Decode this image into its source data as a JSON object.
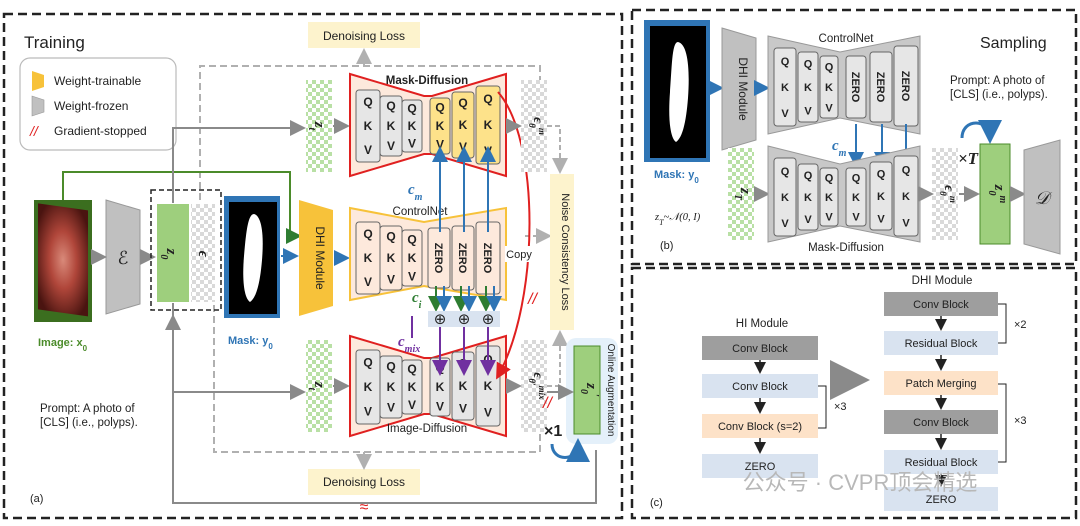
{
  "training": {
    "title": "Training",
    "legend": {
      "trainable": "Weight-trainable",
      "frozen": "Weight-frozen",
      "stopped": "Gradient-stopped"
    },
    "denoising_loss_top": "Denoising Loss",
    "denoising_loss_bottom": "Denoising Loss",
    "mask_diffusion": "Mask-Diffusion",
    "image_diffusion": "Image-Diffusion",
    "controlnet": "ControlNet",
    "dhi_module": "DHI Module",
    "copy": "Copy",
    "noise_consistency_loss": "Noise Consistency Loss",
    "online_augmentation": "Online Augmentation",
    "image_label": "Image: x",
    "image_label_sub": "0",
    "mask_label": "Mask: y",
    "mask_label_sub": "0",
    "prompt_line1": "Prompt: A photo of",
    "prompt_line2": "[CLS] (i.e., polyps).",
    "panel_label": "(a)",
    "approx": "≈",
    "times1": "×1",
    "q": "Q",
    "k": "K",
    "v": "V",
    "zero": "ZERO",
    "cm": "c",
    "cm_sub": "m",
    "ci": "c",
    "ci_sub": "i",
    "cmix": "c",
    "cmix_sub": "mix",
    "zt": "z",
    "zt_sub": "t",
    "z0": "z",
    "z0_sub": "0",
    "z0p": "z",
    "z0p_sub": "0",
    "z0p_sup": "′",
    "eps": "ϵ",
    "eps_m": "ϵ",
    "eps_m_sub": "θ",
    "eps_m_sup": "m",
    "eps_mix": "ϵ",
    "eps_mix_sub": "θ′",
    "eps_mix_sup": "mix",
    "oplus": "⊕",
    "encoder": "ℰ"
  },
  "sampling": {
    "title": "Sampling",
    "controlnet": "ControlNet",
    "dhi_module": "DHI Module",
    "mask_diffusion": "Mask-Diffusion",
    "mask_label": "Mask: y",
    "mask_label_sub": "0",
    "prompt_line1": "Prompt: A photo of",
    "prompt_line2": "[CLS] (i.e., polyps).",
    "zT_dist": "z",
    "zT_dist_sub": "T",
    "zT_dist_rest": "~𝒩(0, I)",
    "panel_label": "(b)",
    "cm": "c",
    "cm_sub": "m",
    "timesT": "×T",
    "zT": "z",
    "zT_sub": "T",
    "eps": "ϵ",
    "eps_sub": "θ",
    "eps_sup": "m",
    "z0m": "z",
    "z0m_sub": "0",
    "z0m_sup": "m",
    "decoder": "𝒟"
  },
  "dhi": {
    "title": "DHI Module",
    "hi_title": "HI Module",
    "hi_blocks": [
      "Conv Block",
      "Conv Block",
      "Conv Block (s=2)",
      "ZERO"
    ],
    "dhi_blocks": [
      "Conv Block",
      "Residual Block",
      "Patch Merging",
      "Conv Block",
      "Residual Block",
      "ZERO"
    ],
    "times3_hi": "×3",
    "times2": "×2",
    "times3": "×3",
    "panel_label": "(c)",
    "watermark": "公众号 · CVPR顶会精选"
  },
  "colors": {
    "trainable": "#f7c23a",
    "frozen": "#c0c0c0",
    "green": "#9ecf7d",
    "blue_arrow": "#2f75b5",
    "purple": "#7030a0",
    "red": "#e02020",
    "dhi_orange": "#fde2c8",
    "dhi_blue": "#d9e3f0",
    "dhi_gray": "#9e9e9e",
    "cm_color": "#2f75b5",
    "ci_color": "#2e7d32",
    "cmix_color": "#7030a0"
  }
}
